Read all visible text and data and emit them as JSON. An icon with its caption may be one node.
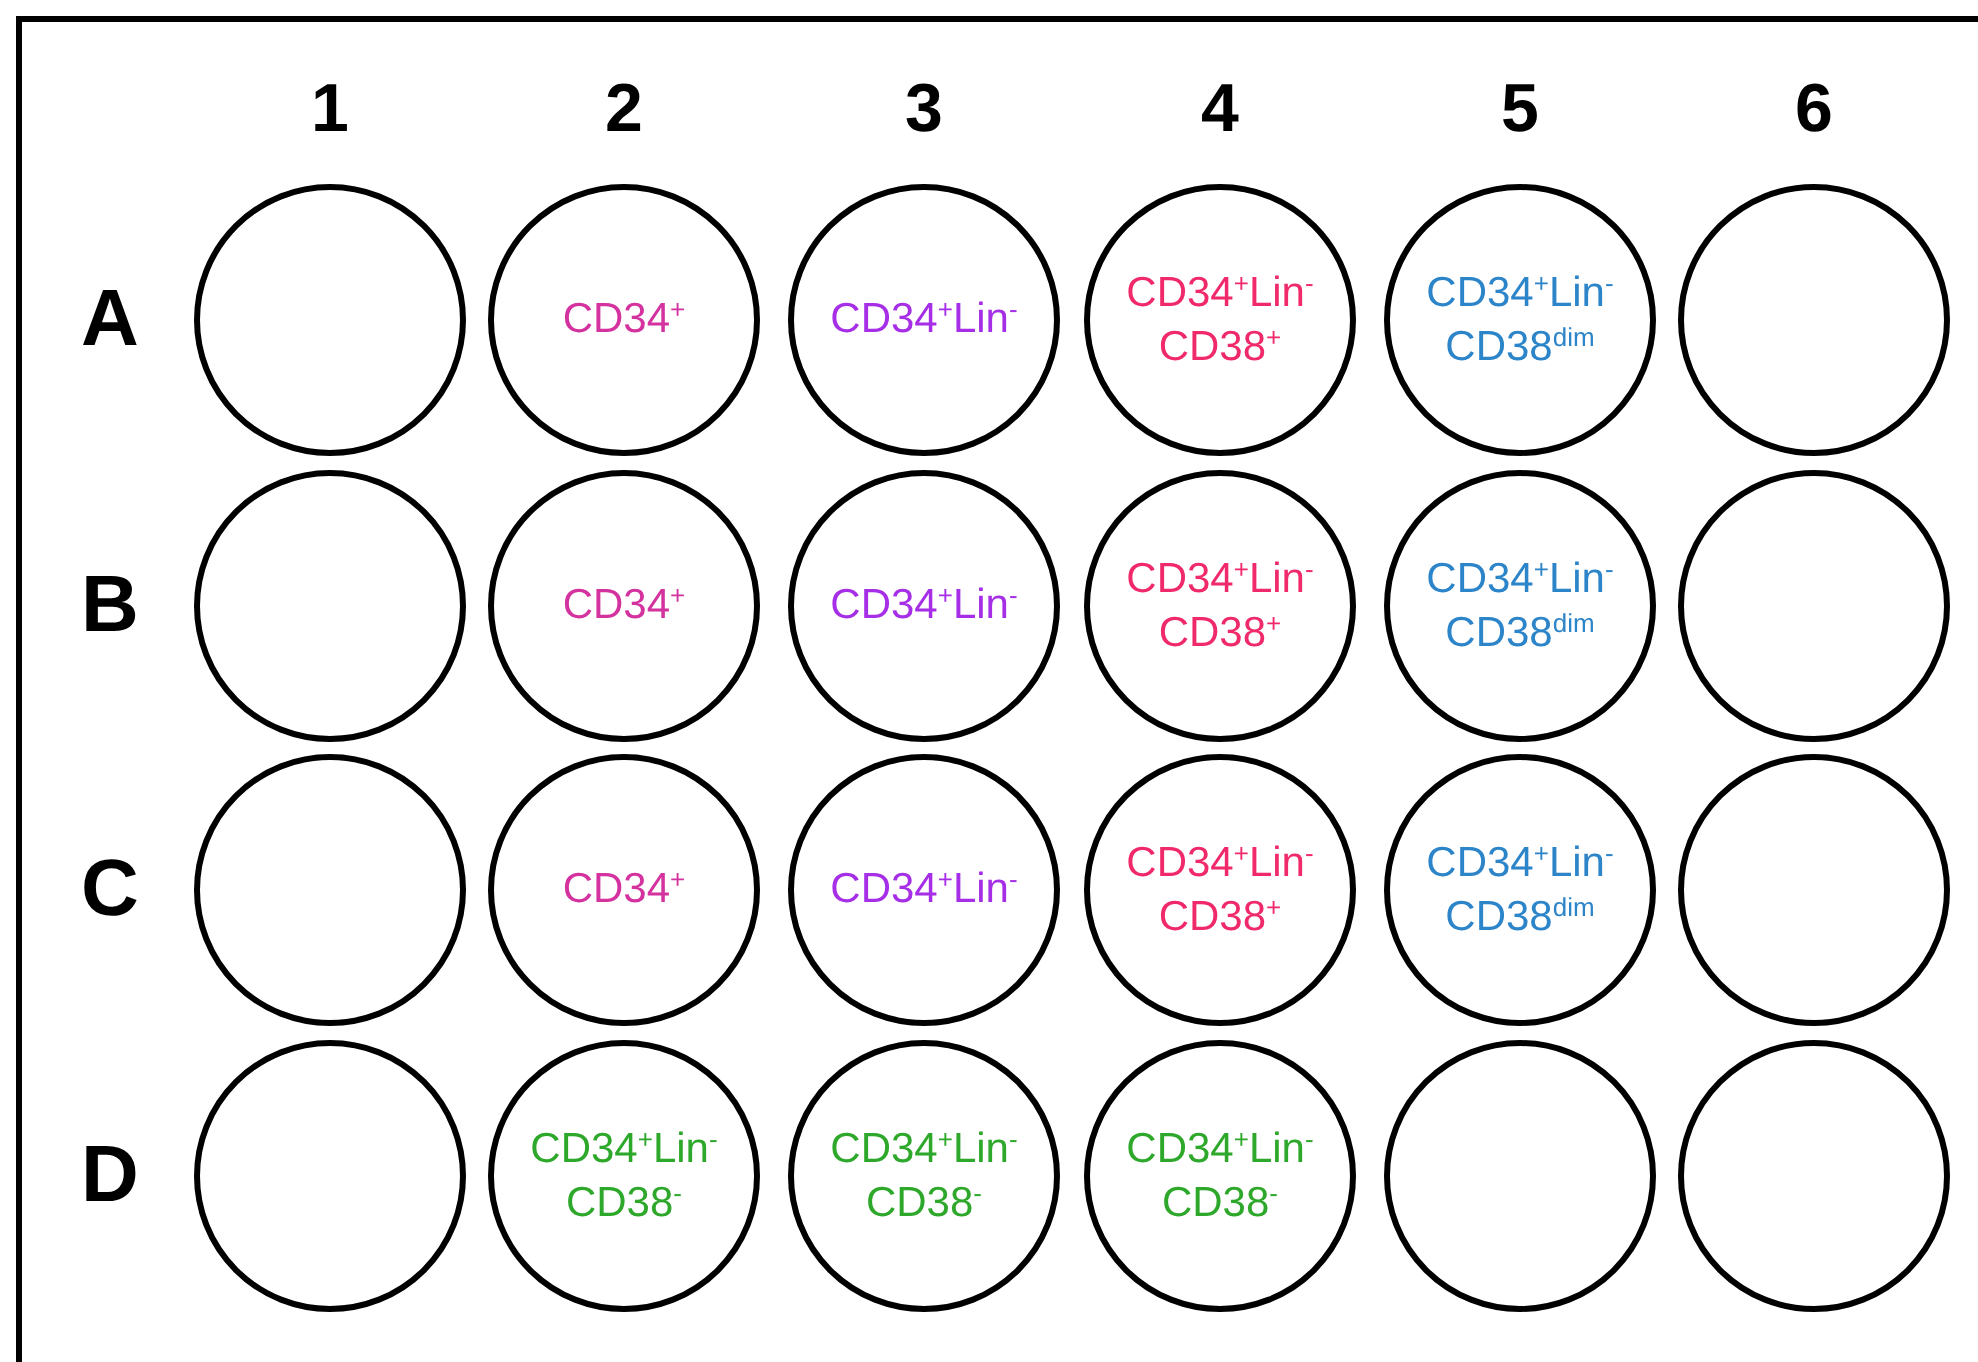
{
  "diagram": {
    "nodes": [
      {
        "text": [],
        "shape": "circle"
      },
      {
        "text": [
          "CD34$^{+}$"
        ]
      },
      {
        "text": [
          "CD34$^{+}$Lin$^{-}$"
        ]
      },
      {
        "text": [
          "CD34$^{+}$Lin$^{-}$ CD38$^{+}$"
        ]
      },
      {
        "text": [
          "CD34$^{+}$Lin$^{-}$ CD38$^{dim}$"
        ]
      },
      {
        "text": [],
        "shape": "circle"
      },
      {
        "text": [],
        "shape": "circle"
      },
      {
        "text": [
          "CD34$^{+}$"
        ]
      },
      {
        "text": [
          "CD34$^{+}$Lin$^{-}$"
        ]
      },
      {
        "text": [
          "CD34$^{+}$Lin$^{-}$ CD38$^{+}$"
        ]
      },
      {
        "text": [
          "CD34$^{+}$Lin$^{-}$ CD38$^{dim}$"
        ]
      },
      {
        "text": [],
        "shape": "circle"
      },
      {
        "text": [],
        "shape": "circle"
      },
      {
        "text": [
          "CD34$^{+}$"
        ]
      },
      {
        "text": [
          "CD34$^{+}$Lin$^{-}$"
        ]
      },
      {
        "text": [
          "CD34$^{+}$Lin$^{-}$ CD38$^{+}$"
        ]
      },
      {
        "text": [
          "CD34$^{+}$Lin$^{-}$ CD38$^{dim}$"
        ]
      },
      {
        "text": [],
        "shape": "circle"
      },
      {
        "text": [],
        "shape": "circle"
      },
      {
        "text": [
          "CD34$^{+}$Lin$^{-}$ CD38$^{-}$"
        ]
      },
      {
        "text": [
          "CD34$^{+}$Lin$^{-}$ CD38$^{-}$"
        ]
      },
      {
        "text": [
          "CD34$^{+}$Lin$^{-}$ CD38$^{-}$"
        ]
      },
      {
        "text": [],
        "shape": "circle"
      },
      {
        "text": [],
        "shape": "circle"
      }
    ],
    "edges": [],
    "labels": [
      "1",
      "2",
      "3",
      "4",
      "5",
      "6",
      "A",
      "B",
      "C",
      "D"
    ]
  }
}
